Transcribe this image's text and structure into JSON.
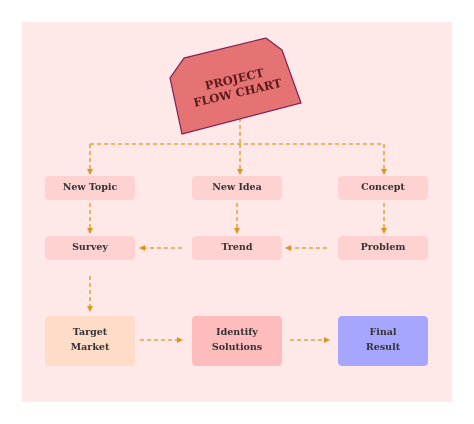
{
  "title": "PROJECT\nFLOW CHART",
  "nodes": {
    "new_topic": "New Topic",
    "new_idea": "New Idea",
    "concept": "Concept",
    "survey": "Survey",
    "trend": "Trend",
    "problem": "Problem",
    "target_market": "Target\nMarket",
    "identify_solutions": "Identify\nSolutions",
    "final_result": "Final\nResult"
  },
  "colors": {
    "canvas": "#ffe8e8",
    "box": "#ffd2d2",
    "title_fill": "#e57373",
    "title_stroke": "#7a2255",
    "connector": "#e0951e",
    "target_market": "#ffdcc8",
    "identify_solutions": "#ffbcbc",
    "final_result": "#a7a6ff"
  }
}
